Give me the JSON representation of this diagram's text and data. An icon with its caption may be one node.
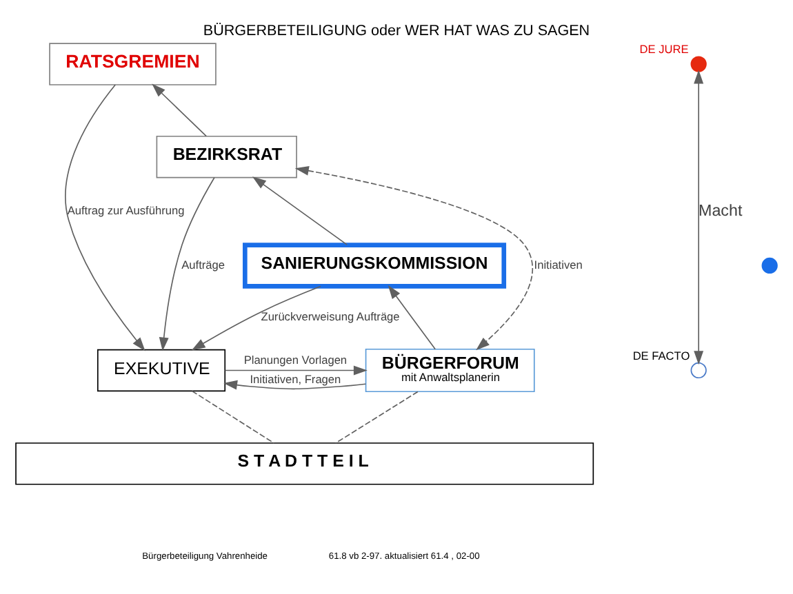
{
  "diagram": {
    "title": "BÜRGERBETEILIGUNG oder WER HAT WAS ZU SAGEN",
    "nodes": [
      {
        "text": [
          "RATSGREMIEN"
        ]
      },
      {
        "text": [
          "BEZIRKSRAT"
        ]
      },
      {
        "text": [
          "SANIERUNGSKOMMISSION"
        ]
      },
      {
        "text": [
          "EXEKUTIVE"
        ]
      },
      {
        "text": [
          "BÜRGERFORUM",
          "mit Anwaltsplanerin"
        ]
      },
      {
        "text": [
          "S T A D T T E I L"
        ]
      },
      {
        "text": [],
        "shape": "circle",
        "beside": [
          "DE JURE"
        ]
      },
      {
        "text": [],
        "shape": "circle"
      },
      {
        "text": [],
        "shape": "circle",
        "beside": [
          "DE FACTO"
        ]
      }
    ],
    "edges": [
      {
        "from": 0,
        "to": 3,
        "arrow": "to",
        "label": "Auftrag zur Ausführung"
      },
      {
        "from": 1,
        "to": 3,
        "arrow": "to",
        "label": "Aufträge"
      },
      {
        "from": 2,
        "to": 3,
        "arrow": "to",
        "label": "Zurückverweisung Aufträge"
      },
      {
        "from": 4,
        "to": 3,
        "arrow": "to",
        "label": "Initiativen, Fragen"
      },
      {
        "from": 3,
        "to": 4,
        "arrow": "to",
        "label": "Planungen Vorlagen"
      },
      {
        "from": 4,
        "to": 2,
        "arrow": "to"
      },
      {
        "from": 2,
        "to": 1,
        "arrow": "to"
      },
      {
        "from": 1,
        "to": 0,
        "arrow": "to"
      },
      {
        "from": 4,
        "to": 1,
        "arrow": "both",
        "label": "Initiativen",
        "style": "dashed"
      },
      {
        "from": 3,
        "to": 5,
        "arrow": "none",
        "style": "dashed"
      },
      {
        "from": 4,
        "to": 5,
        "arrow": "none",
        "style": "dashed"
      },
      {
        "from": 6,
        "to": 8,
        "arrow": "both",
        "label": "Macht"
      }
    ],
    "labels": [
      "Bürgerbeteiligung Vahrenheide",
      "61.8 vb 2-97. aktualisiert 61.4 , 02-00"
    ]
  }
}
